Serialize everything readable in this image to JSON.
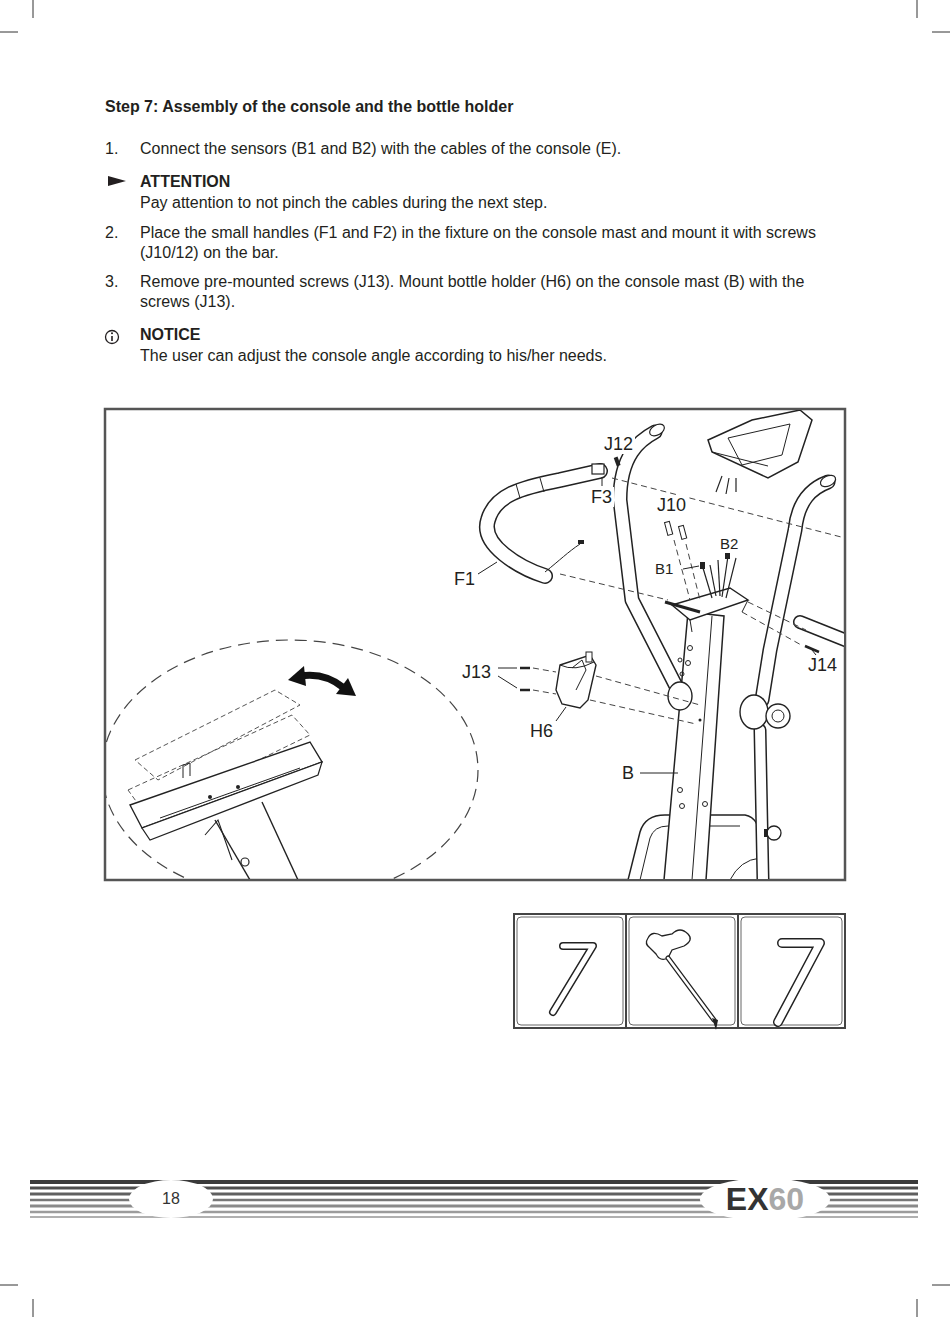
{
  "diagram": {
    "title": "Step 7: Assembly of the console and the bottle holder",
    "nodes": [
      {
        "text": [
          "18"
        ]
      },
      {
        "text": [
          "EX",
          "60"
        ]
      }
    ],
    "labels": [
      "1.",
      "Connect the sensors (B1 and B2) with the cables of the console (E).",
      "ATTENTION",
      "Pay attention to not pinch the cables during the next step.",
      "2.",
      "Place the small handles (F1 and F2) in the fixture on the console mast and mount it with screws (J10/12) on the bar.",
      "3.",
      "Remove pre-mounted screws (J13). Mount bottle holder (H6) on the console mast (B) with the screws (J13).",
      "NOTICE",
      "The user can adjust the console angle according to his/her needs.",
      "J12",
      "F3",
      "J10",
      "B2",
      "B1",
      "F1",
      "J14",
      "J13",
      "H6",
      "B"
    ]
  }
}
